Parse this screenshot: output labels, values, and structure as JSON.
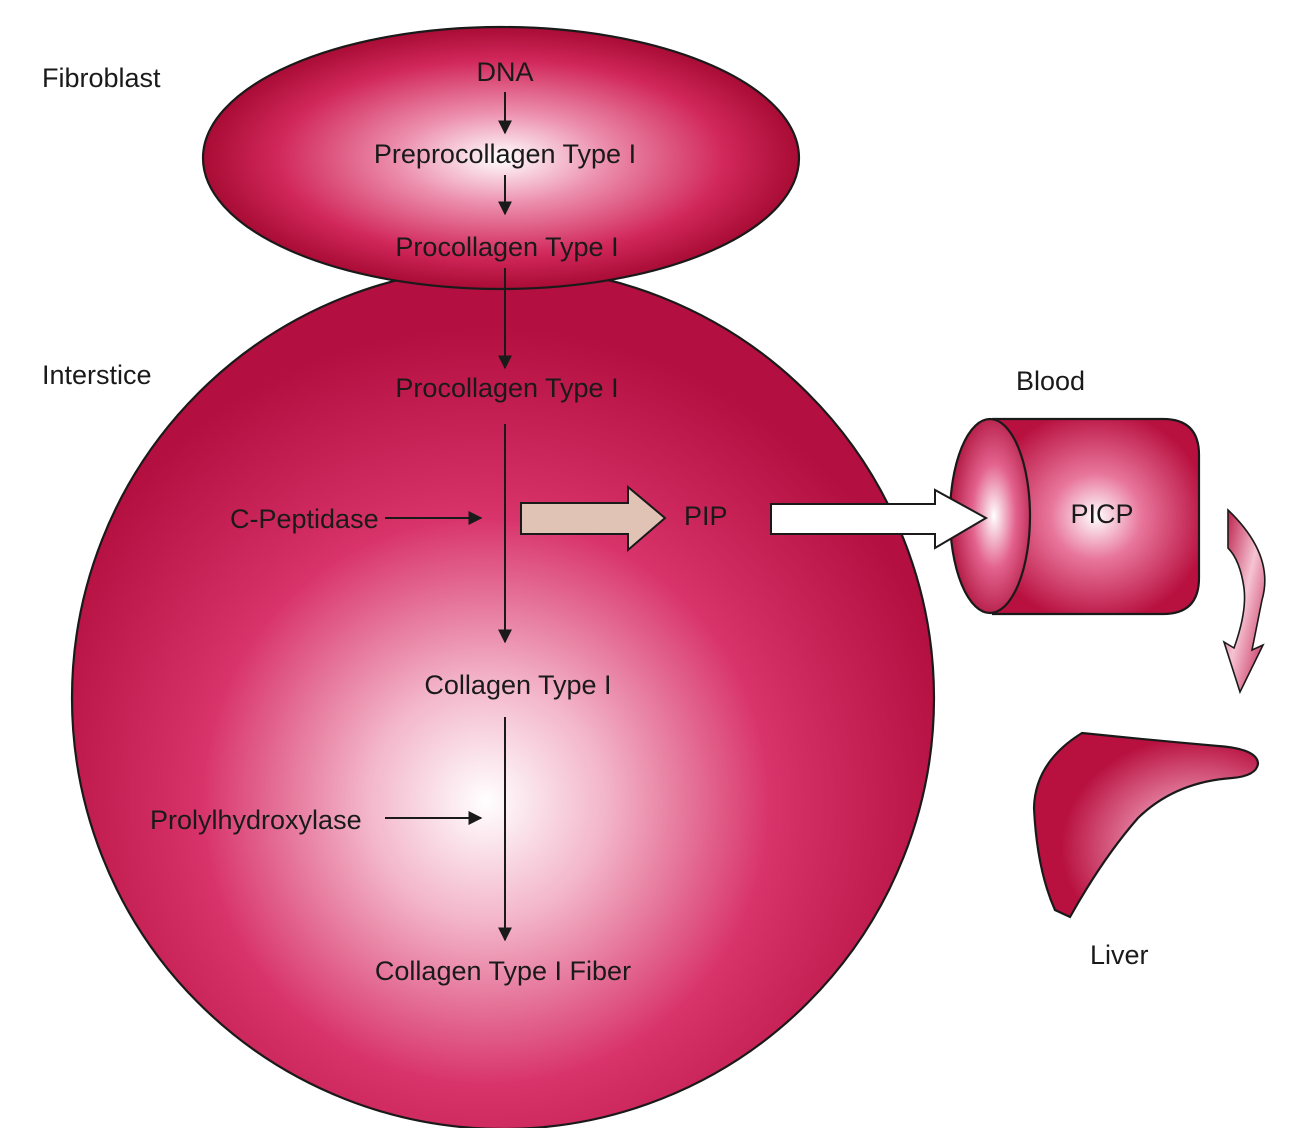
{
  "labels": {
    "fibroblast": "Fibroblast",
    "interstice": "Interstice",
    "blood": "Blood",
    "liver": "Liver"
  },
  "fibroblast_steps": {
    "dna": "DNA",
    "preprocollagen": "Preprocollagen Type I",
    "procollagen": "Procollagen Type I"
  },
  "interstice_steps": {
    "procollagen": "Procollagen Type I",
    "c_peptidase": "C-Peptidase",
    "pip": "PIP",
    "collagen": "Collagen Type I",
    "prolylhydroxylase": "Prolylhydroxylase",
    "fiber": "Collagen Type I Fiber"
  },
  "blood_content": {
    "picp": "PICP"
  },
  "colors": {
    "tissue_dark": "#b8103f",
    "tissue_mid": "#d63a6b",
    "tissue_light": "#ffffff",
    "pip_arrow_fill": "#e0c3b5",
    "outline": "#1a1a1a"
  }
}
